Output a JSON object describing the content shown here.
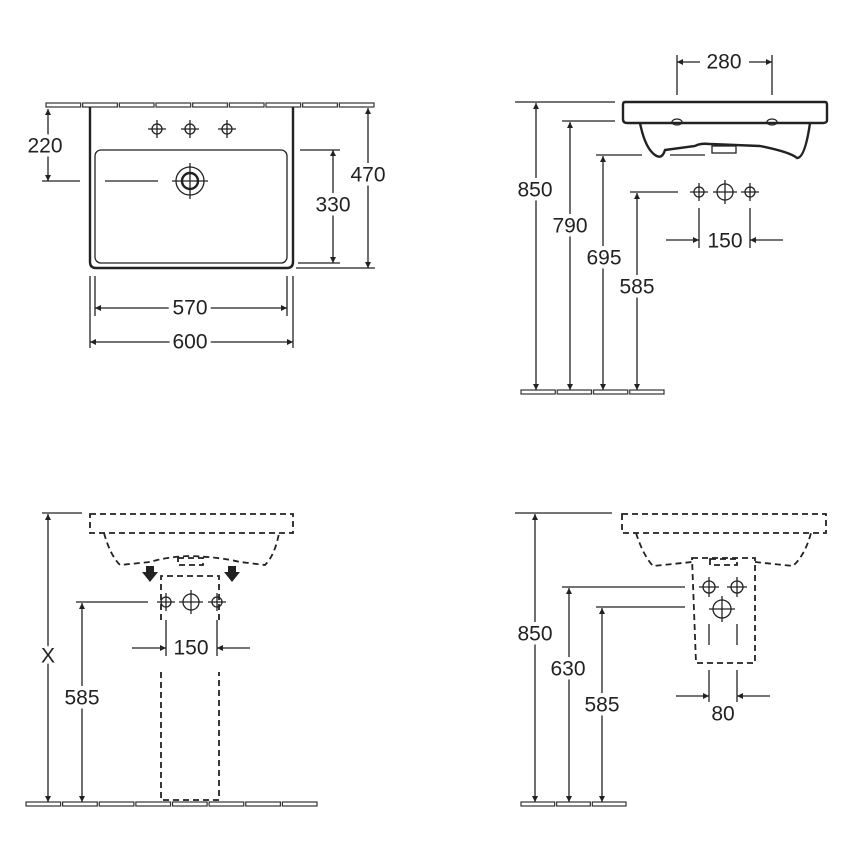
{
  "views": {
    "top_plan": {
      "dim_tap_to_drain": "220",
      "dim_bowl_depth": "330",
      "dim_total_depth": "470",
      "dim_inner_width": "570",
      "dim_total_width": "600"
    },
    "side_elevation": {
      "dim_hole_spacing": "280",
      "dim_rim_height": "850",
      "dim_underside_height": "790",
      "dim_bowl_bottom_height": "695",
      "dim_waste_height": "585",
      "dim_supply_spacing": "150"
    },
    "pedestal_elevation": {
      "dim_rim_height": "X",
      "dim_waste_height": "585",
      "dim_supply_spacing": "150"
    },
    "siphon_cover_elevation": {
      "dim_rim_height": "850",
      "dim_supply_height": "630",
      "dim_waste_height": "585",
      "dim_spacing": "80"
    }
  },
  "colors": {
    "line": "#222222",
    "background": "#ffffff"
  }
}
